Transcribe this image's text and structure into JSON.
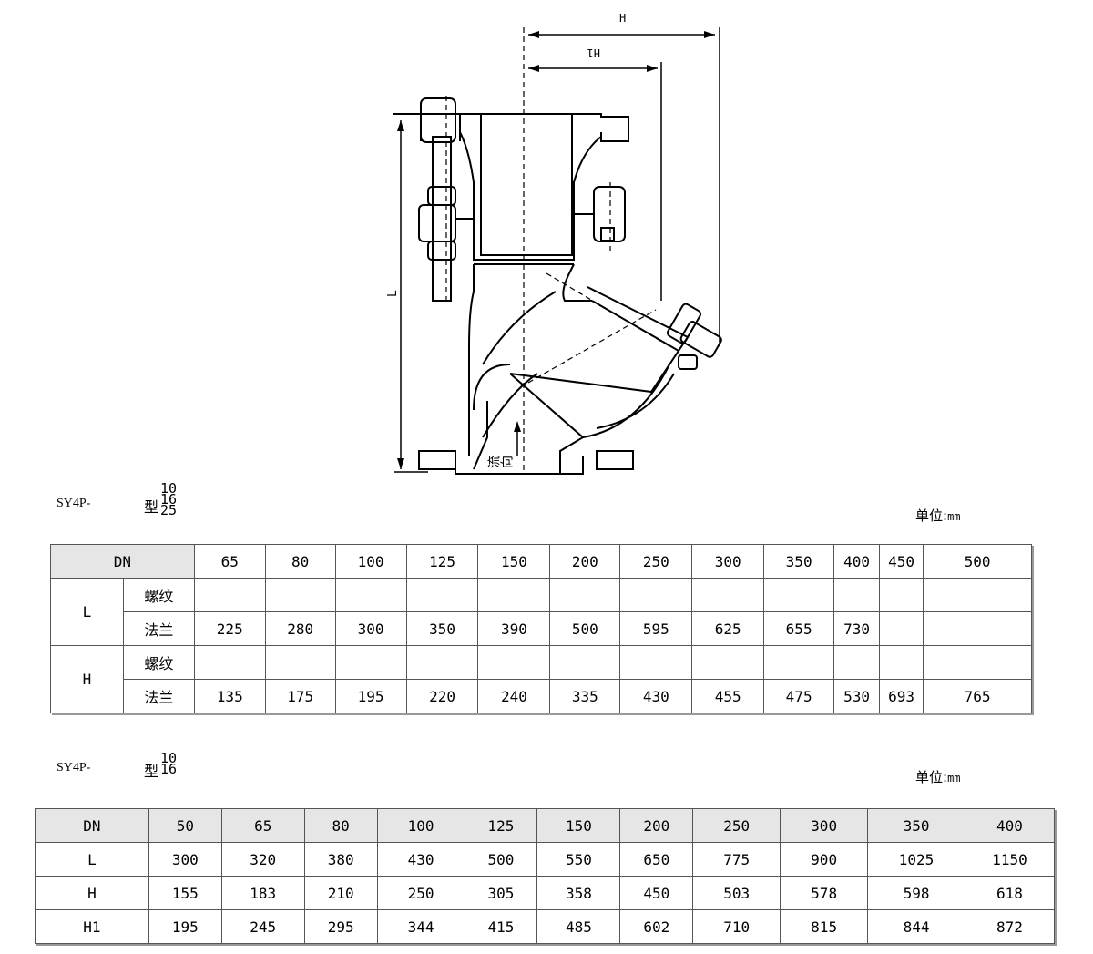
{
  "drawing": {
    "label_H": "H",
    "label_H1": "H1",
    "label_L": "L",
    "label_flow": "流向"
  },
  "table1": {
    "model": "SY4P-",
    "type_char": "型",
    "pn": [
      "10",
      "16",
      "25"
    ],
    "unit_label": "单位:",
    "unit": "mm",
    "dn_label": "DN",
    "dn": [
      "65",
      "80",
      "100",
      "125",
      "150",
      "200",
      "250",
      "300",
      "350",
      "400",
      "450",
      "500"
    ],
    "rows": [
      {
        "group": "L",
        "sub": "螺纹",
        "values": [
          "",
          "",
          "",
          "",
          "",
          "",
          "",
          "",
          "",
          "",
          "",
          ""
        ]
      },
      {
        "group": "",
        "sub": "法兰",
        "values": [
          "225",
          "280",
          "300",
          "350",
          "390",
          "500",
          "595",
          "625",
          "655",
          "730",
          "",
          ""
        ]
      },
      {
        "group": "H",
        "sub": "螺纹",
        "values": [
          "",
          "",
          "",
          "",
          "",
          "",
          "",
          "",
          "",
          "",
          "",
          ""
        ]
      },
      {
        "group": "",
        "sub": "法兰",
        "values": [
          "135",
          "175",
          "195",
          "220",
          "240",
          "335",
          "430",
          "455",
          "475",
          "530",
          "693",
          "765"
        ]
      }
    ]
  },
  "table2": {
    "model": "SY4P-",
    "type_char": "型",
    "pn": [
      "10",
      "16"
    ],
    "unit_label": "单位:",
    "unit": "mm",
    "dn_label": "DN",
    "dn": [
      "50",
      "65",
      "80",
      "100",
      "125",
      "150",
      "200",
      "250",
      "300",
      "350",
      "400"
    ],
    "rows": [
      {
        "label": "L",
        "values": [
          "300",
          "320",
          "380",
          "430",
          "500",
          "550",
          "650",
          "775",
          "900",
          "1025",
          "1150"
        ]
      },
      {
        "label": "H",
        "values": [
          "155",
          "183",
          "210",
          "250",
          "305",
          "358",
          "450",
          "503",
          "578",
          "598",
          "618"
        ]
      },
      {
        "label": "H1",
        "values": [
          "195",
          "245",
          "295",
          "344",
          "415",
          "485",
          "602",
          "710",
          "815",
          "844",
          "872"
        ]
      }
    ]
  }
}
